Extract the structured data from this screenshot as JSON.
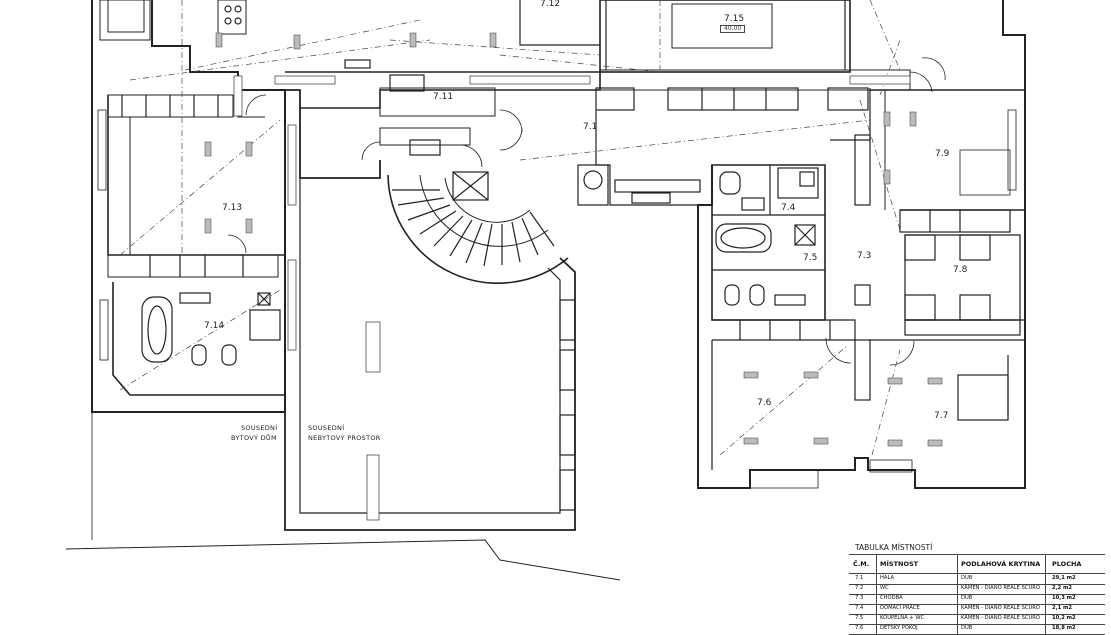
{
  "rooms": {
    "r71": "7.1",
    "r73": "7.3",
    "r74": "7.4",
    "r75": "7.5",
    "r76": "7.6",
    "r77": "7.7",
    "r78": "7.8",
    "r79": "7.9",
    "r711": "7.11",
    "r712": "7.12",
    "r713": "7.13",
    "r714": "7.14",
    "r715": "7.15",
    "r715_sub": "40,00"
  },
  "annotations": {
    "neighbour_house_1": "SOUSEDNÍ",
    "neighbour_house_2": "BYTOVÝ  DŮM",
    "neighbour_space_1": "SOUSEDNÍ",
    "neighbour_space_2": "NEBYTOVÝ  PROSTOR"
  },
  "room_table": {
    "title": "TABULKA MÍSTNOSTÍ",
    "headers": [
      "Č.M.",
      "MÍSTNOST",
      "PODLAHOVÁ KRYTINA",
      "PLOCHA"
    ],
    "rows": [
      [
        "7.1",
        "HALA",
        "DUB",
        "29,1 m2"
      ],
      [
        "7.2",
        "WC",
        "KÁMEN - DIANO REALE SCURO",
        "2,2 m2"
      ],
      [
        "7.3",
        "CHODBA",
        "DUB",
        "10,3 m2"
      ],
      [
        "7.4",
        "DOMÁCÍ PRÁCE",
        "KÁMEN - DIANO REALE SCURO",
        "2,1 m2"
      ],
      [
        "7.5",
        "KOUPELNA + WC",
        "KÁMEN - DIANO REALE SCURO",
        "10,2 m2"
      ],
      [
        "7.6",
        "DĚTSKÝ POKOJ",
        "DUB",
        "18,8 m2"
      ]
    ]
  }
}
